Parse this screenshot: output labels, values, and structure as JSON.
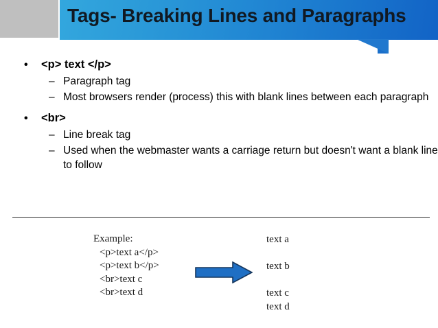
{
  "slide": {
    "title": "Tags- Breaking Lines and Paragraphs",
    "colors": {
      "banner_light_blue": "#33a7de",
      "banner_dark_blue": "#1263c6",
      "title_block_gray": "#bfbfbf",
      "arrow_fill": "#1f6fc4",
      "arrow_outline": "#16365c",
      "divider": "#2b2b2b",
      "text": "#000000"
    }
  },
  "body": {
    "bullets": [
      {
        "marker": "•",
        "text": "<p> text </p>",
        "sub": [
          {
            "marker": "–",
            "text": "Paragraph tag"
          },
          {
            "marker": "–",
            "text": "Most browsers render (process) this with blank lines between each paragraph"
          }
        ]
      },
      {
        "marker": "•",
        "text": "<br>",
        "sub": [
          {
            "marker": "–",
            "text": "Line break tag"
          },
          {
            "marker": "–",
            "text": "Used when the webmaster wants a carriage return but doesn't want a blank line to follow"
          }
        ]
      }
    ]
  },
  "example": {
    "heading": "Example:",
    "code_lines": [
      "<p>text a</p>",
      "<p>text b</p>",
      "<br>text c",
      "<br>text d"
    ],
    "arrow_icon": "right-block-arrow-icon",
    "output_lines": [
      {
        "text": "text a",
        "blank_after": true
      },
      {
        "text": "text b",
        "blank_after": true
      },
      {
        "text": "text c",
        "blank_after": false
      },
      {
        "text": "text d",
        "blank_after": false
      }
    ]
  }
}
